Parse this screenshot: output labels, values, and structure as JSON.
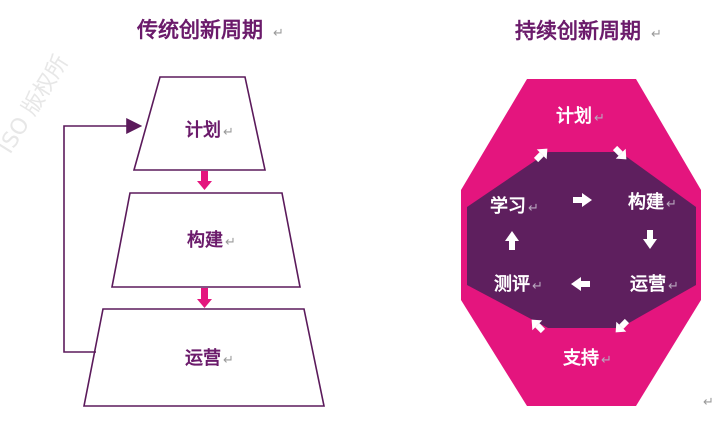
{
  "watermark": "ISO 版权所",
  "paragraph_mark": "↵",
  "traditional": {
    "title": "传统创新周期",
    "steps": [
      "计划",
      "构建",
      "运营"
    ]
  },
  "sustained": {
    "title": "持续创新周期",
    "nodes": {
      "plan": "计划",
      "build": "构建",
      "operate": "运营",
      "support": "支持",
      "measure": "测评",
      "learn": "学习"
    }
  },
  "colors": {
    "title": "#6b1b6b",
    "outline": "#5b1a5b",
    "arrow": "#e4157e",
    "outer_octagon": "#e4157e",
    "inner_octagon": "#5e1f5e"
  }
}
